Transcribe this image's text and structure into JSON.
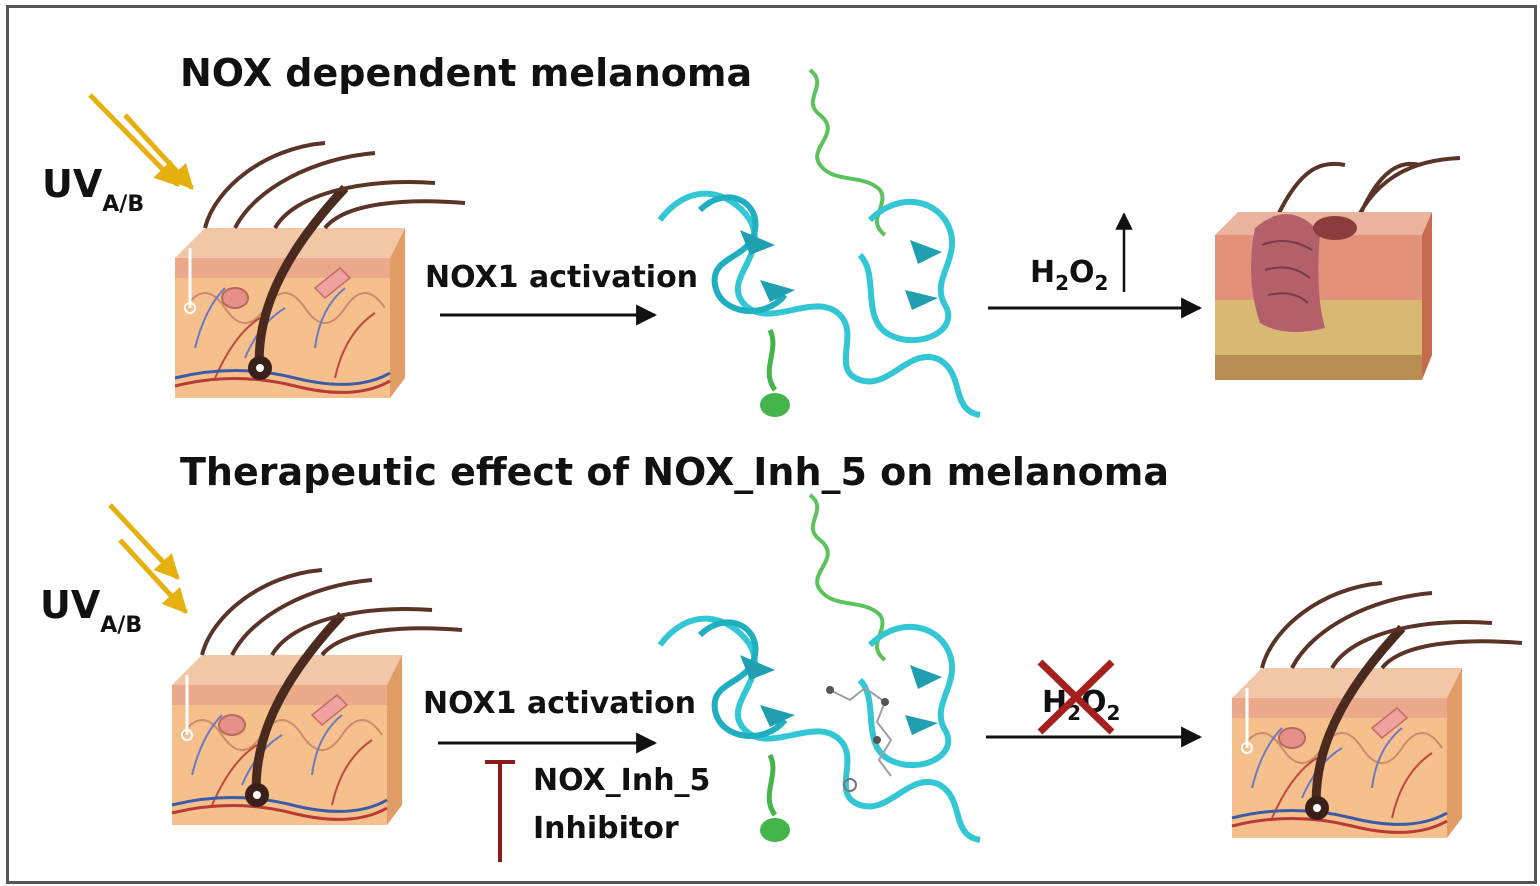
{
  "panel_top": {
    "title": "NOX dependent melanoma",
    "uv": {
      "main": "UV",
      "sub": "A/B"
    },
    "step1": "NOX1 activation",
    "product": {
      "main": "H",
      "sub1": "2",
      "mid": "O",
      "sub2": "2"
    }
  },
  "panel_bottom": {
    "title": "Therapeutic effect of NOX_Inh_5 on melanoma",
    "uv": {
      "main": "UV",
      "sub": "A/B"
    },
    "step1": "NOX1 activation",
    "inhibitor_line1": "NOX_Inh_5",
    "inhibitor_line2": "Inhibitor",
    "product": {
      "main": "H",
      "sub1": "2",
      "mid": "O",
      "sub2": "2"
    }
  },
  "colors": {
    "uv_ray": "#E6B10E",
    "skin": "#F5BE88",
    "skin_dark": "#E7A06A",
    "hair": "#5A3426",
    "protein": "#33C7D6",
    "protein_tail": "#43B54A",
    "inhibit": "#8B1A1A",
    "cross": "#A51F1F"
  }
}
